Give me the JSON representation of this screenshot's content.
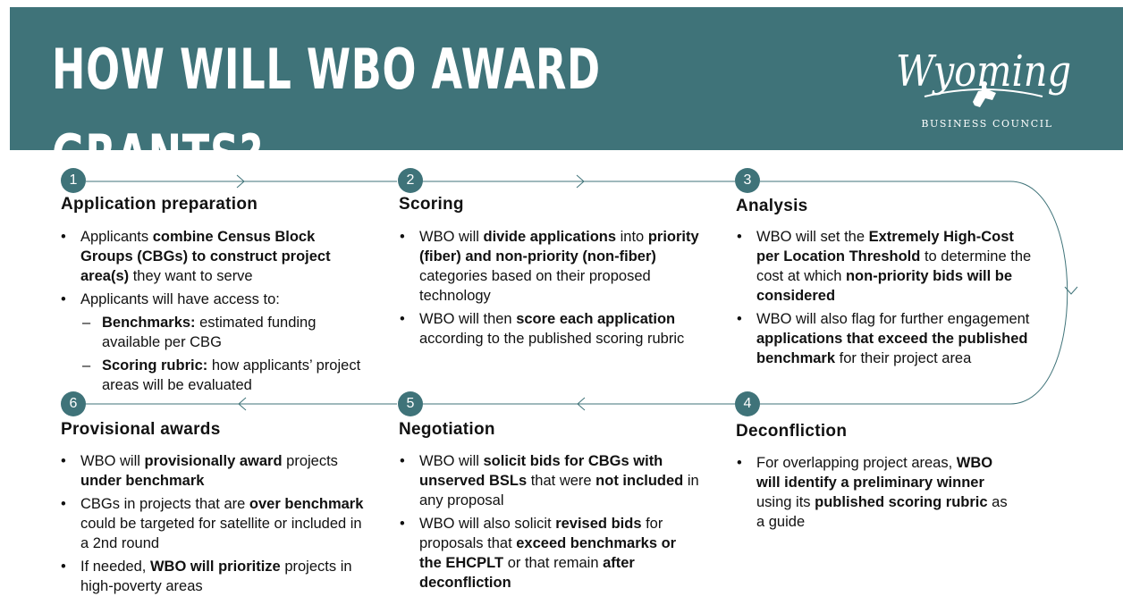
{
  "title": "HOW WILL WBO AWARD GRANTS?",
  "logo": {
    "brand": "Wyoming",
    "subtitle": "BUSINESS COUNCIL",
    "icon": "bucking-horse-rider-icon"
  },
  "colors": {
    "brand_teal": "#3f7379",
    "header_text": "#ffffff",
    "connector": "#3f7379"
  },
  "steps": [
    {
      "number": "1",
      "title": "Application preparation",
      "bullets": [
        {
          "type": "bullet",
          "segments": [
            {
              "text": "Applicants ",
              "bold": false
            },
            {
              "text": "combine Census Block Groups (CBGs) to construct project area(s)",
              "bold": true
            },
            {
              "text": " they want to serve",
              "bold": false
            }
          ]
        },
        {
          "type": "bullet",
          "segments": [
            {
              "text": "Applicants will have access to:",
              "bold": false
            }
          ]
        },
        {
          "type": "dash",
          "segments": [
            {
              "text": "Benchmarks:",
              "bold": true
            },
            {
              "text": " estimated funding available per CBG",
              "bold": false
            }
          ]
        },
        {
          "type": "dash",
          "segments": [
            {
              "text": "Scoring rubric:",
              "bold": true
            },
            {
              "text": " how applicants’ project areas will be evaluated",
              "bold": false
            }
          ]
        }
      ]
    },
    {
      "number": "2",
      "title": "Scoring",
      "bullets": [
        {
          "type": "bullet",
          "segments": [
            {
              "text": "WBO will ",
              "bold": false
            },
            {
              "text": "divide applications",
              "bold": true
            },
            {
              "text": " into ",
              "bold": false
            },
            {
              "text": "priority (fiber) and non-priority (non-fiber)",
              "bold": true
            },
            {
              "text": " categories based on their proposed technology",
              "bold": false
            }
          ]
        },
        {
          "type": "bullet",
          "segments": [
            {
              "text": "WBO will then ",
              "bold": false
            },
            {
              "text": "score each application",
              "bold": true
            },
            {
              "text": " according to the published scoring rubric",
              "bold": false
            }
          ]
        }
      ]
    },
    {
      "number": "3",
      "title": "Analysis",
      "bullets": [
        {
          "type": "bullet",
          "segments": [
            {
              "text": "WBO will set the ",
              "bold": false
            },
            {
              "text": "Extremely High-Cost per Location Threshold",
              "bold": true
            },
            {
              "text": " to determine the cost at which ",
              "bold": false
            },
            {
              "text": "non-priority bids will be considered",
              "bold": true
            }
          ]
        },
        {
          "type": "bullet",
          "segments": [
            {
              "text": "WBO will also flag for further engagement ",
              "bold": false
            },
            {
              "text": "applications that exceed the published benchmark",
              "bold": true
            },
            {
              "text": " for their project area",
              "bold": false
            }
          ]
        }
      ]
    },
    {
      "number": "4",
      "title": "Deconfliction",
      "bullets": [
        {
          "type": "bullet",
          "segments": [
            {
              "text": "For overlapping project areas, ",
              "bold": false
            },
            {
              "text": "WBO will identify a preliminary winner",
              "bold": true
            },
            {
              "text": " using its ",
              "bold": false
            },
            {
              "text": "published scoring rubric",
              "bold": true
            },
            {
              "text": " as a guide",
              "bold": false
            }
          ]
        }
      ]
    },
    {
      "number": "5",
      "title": "Negotiation",
      "bullets": [
        {
          "type": "bullet",
          "segments": [
            {
              "text": "WBO will ",
              "bold": false
            },
            {
              "text": "solicit bids for CBGs with unserved BSLs",
              "bold": true
            },
            {
              "text": " that were ",
              "bold": false
            },
            {
              "text": "not included",
              "bold": true
            },
            {
              "text": " in any proposal",
              "bold": false
            }
          ]
        },
        {
          "type": "bullet",
          "segments": [
            {
              "text": "WBO will also solicit ",
              "bold": false
            },
            {
              "text": "revised bids",
              "bold": true
            },
            {
              "text": " for proposals that ",
              "bold": false
            },
            {
              "text": "exceed benchmarks or the EHCPLT",
              "bold": true
            },
            {
              "text": " or that remain ",
              "bold": false
            },
            {
              "text": "after deconfliction",
              "bold": true
            }
          ]
        }
      ]
    },
    {
      "number": "6",
      "title": "Provisional awards",
      "bullets": [
        {
          "type": "bullet",
          "segments": [
            {
              "text": "WBO will ",
              "bold": false
            },
            {
              "text": "provisionally award",
              "bold": true
            },
            {
              "text": " projects ",
              "bold": false
            },
            {
              "text": "under benchmark",
              "bold": true
            }
          ]
        },
        {
          "type": "bullet",
          "segments": [
            {
              "text": "CBGs in projects that are ",
              "bold": false
            },
            {
              "text": "over benchmark",
              "bold": true
            },
            {
              "text": " could be targeted for satellite or included in a 2nd round",
              "bold": false
            }
          ]
        },
        {
          "type": "bullet",
          "segments": [
            {
              "text": "If needed, ",
              "bold": false
            },
            {
              "text": "WBO will prioritize",
              "bold": true
            },
            {
              "text": " projects in high-poverty areas",
              "bold": false
            }
          ]
        }
      ]
    }
  ]
}
